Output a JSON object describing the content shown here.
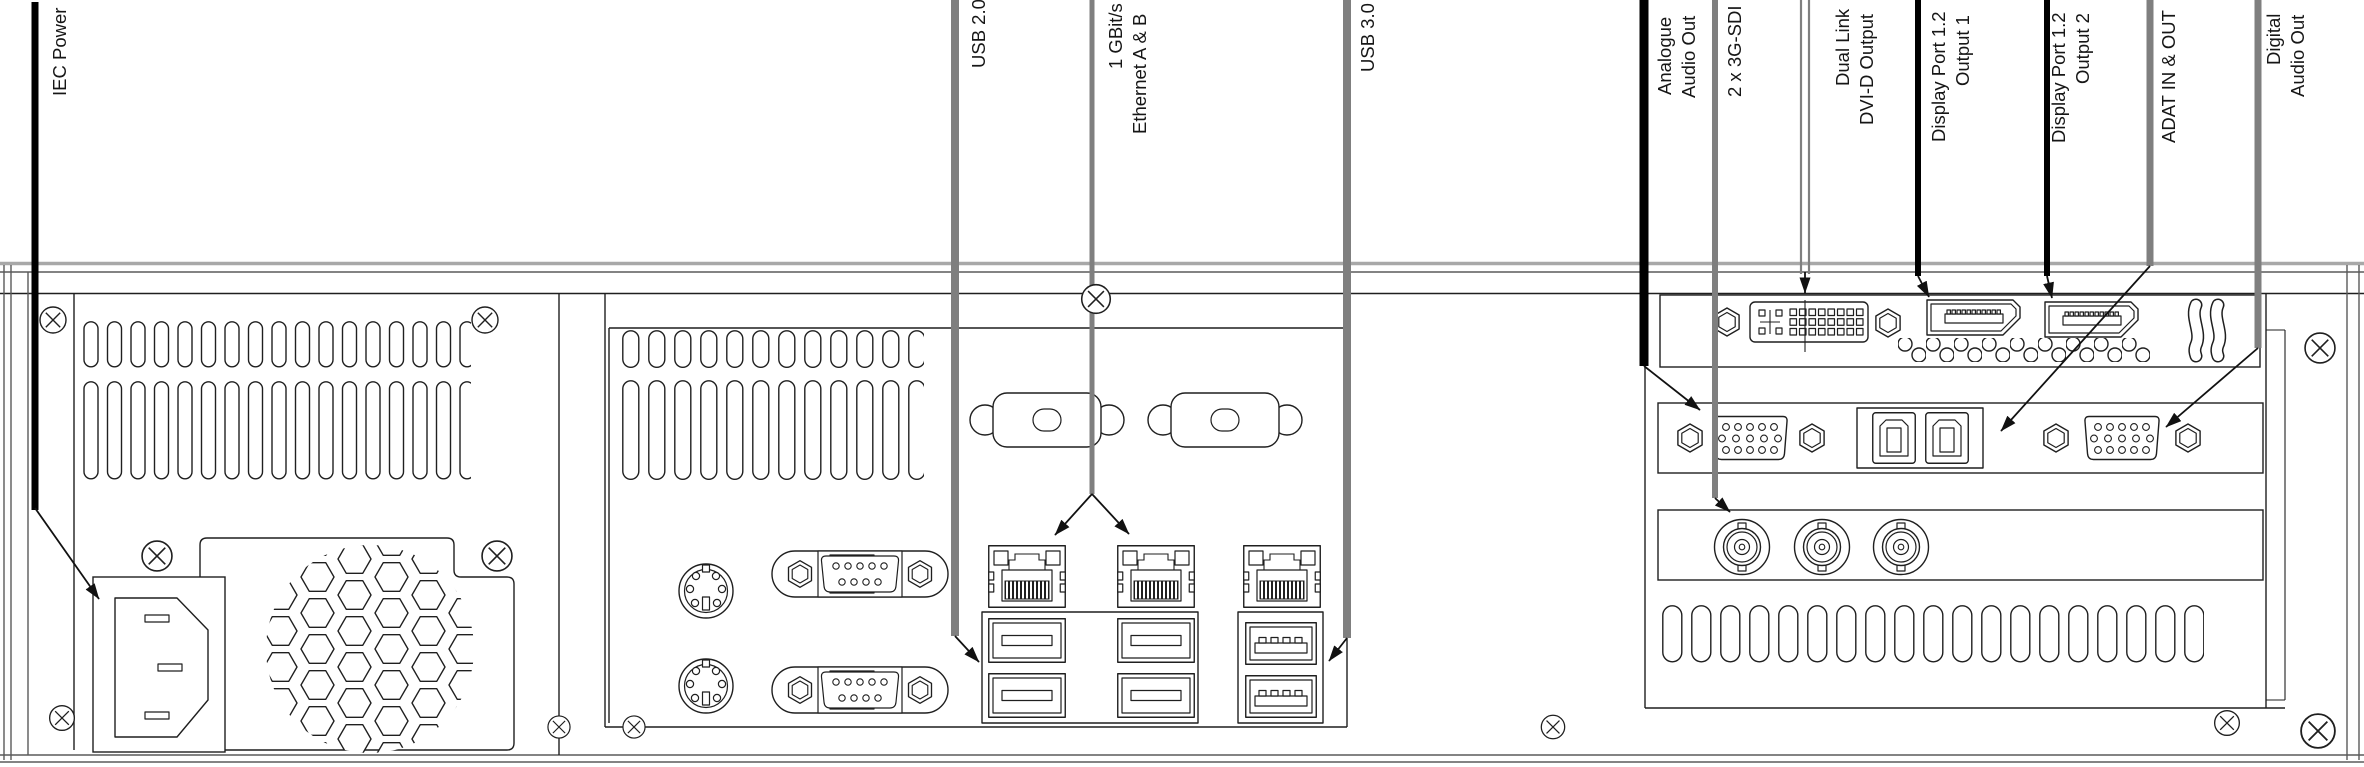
{
  "diagram": {
    "type": "rear-panel-technical-line-drawing",
    "colors": {
      "background": "#ffffff",
      "line": "#1f1f1f",
      "leader_gray": "#7f7f7f",
      "leader_black": "#000000"
    }
  },
  "labels": [
    {
      "id": "iec-power",
      "lines": [
        "IEC Power"
      ]
    },
    {
      "id": "usb-2-0",
      "lines": [
        "USB 2.0"
      ]
    },
    {
      "id": "gbit-ethernet",
      "lines": [
        "1 GBit/s",
        "Ethernet A & B"
      ]
    },
    {
      "id": "usb-3-0",
      "lines": [
        "USB 3.0"
      ]
    },
    {
      "id": "analogue-audio-out",
      "lines": [
        "Analogue",
        "Audio Out"
      ]
    },
    {
      "id": "sdi",
      "lines": [
        "2 x 3G-SDI"
      ]
    },
    {
      "id": "dvi-output",
      "lines": [
        "Dual Link",
        "DVI-D Output"
      ]
    },
    {
      "id": "displayport-1",
      "lines": [
        "Display Port 1.2",
        "Output 1"
      ]
    },
    {
      "id": "displayport-2",
      "lines": [
        "Display Port 1.2",
        "Output 2"
      ]
    },
    {
      "id": "adat",
      "lines": [
        "ADAT IN & OUT"
      ]
    },
    {
      "id": "digital-audio-out",
      "lines": [
        "Digital",
        "Audio Out"
      ]
    }
  ]
}
